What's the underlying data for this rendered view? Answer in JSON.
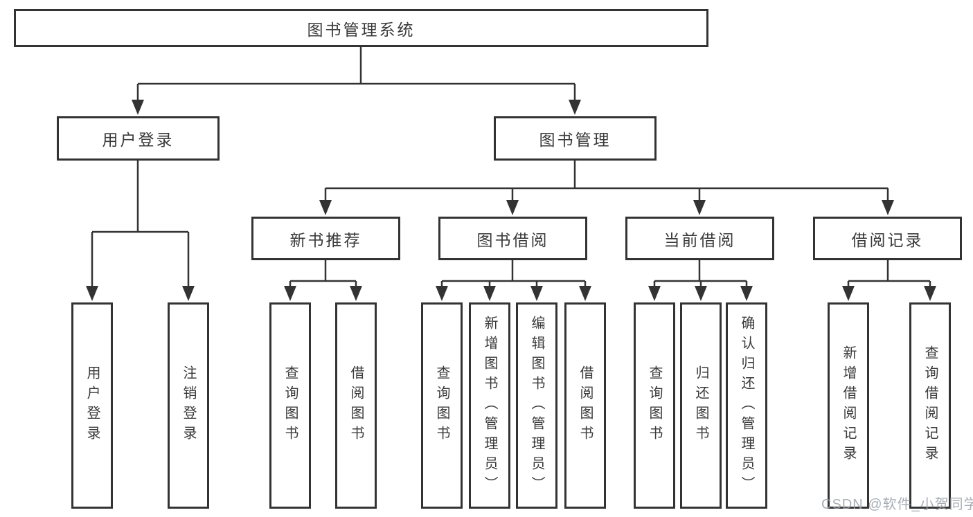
{
  "colors": {
    "background": "#ffffff",
    "line": "#333333",
    "box_border": "#333333",
    "text": "#3a3a3a",
    "watermark": "#9aa0aa"
  },
  "watermark": "CSDN @软件_小贺同学",
  "tree": {
    "label": "图书管理系统",
    "children": [
      {
        "label": "用户登录",
        "children": [
          {
            "label": "用户登录"
          },
          {
            "label": "注销登录"
          }
        ]
      },
      {
        "label": "图书管理",
        "children": [
          {
            "label": "新书推荐",
            "children": [
              {
                "label": "查询图书"
              },
              {
                "label": "借阅图书"
              }
            ]
          },
          {
            "label": "图书借阅",
            "children": [
              {
                "label": "查询图书"
              },
              {
                "label": "新增图书（管理员）"
              },
              {
                "label": "编辑图书（管理员）"
              },
              {
                "label": "借阅图书"
              }
            ]
          },
          {
            "label": "当前借阅",
            "children": [
              {
                "label": "查询图书"
              },
              {
                "label": "归还图书"
              },
              {
                "label": "确认归还（管理员）"
              }
            ]
          },
          {
            "label": "借阅记录",
            "children": [
              {
                "label": "新增借阅记录"
              },
              {
                "label": "查询借阅记录"
              }
            ]
          }
        ]
      }
    ]
  }
}
